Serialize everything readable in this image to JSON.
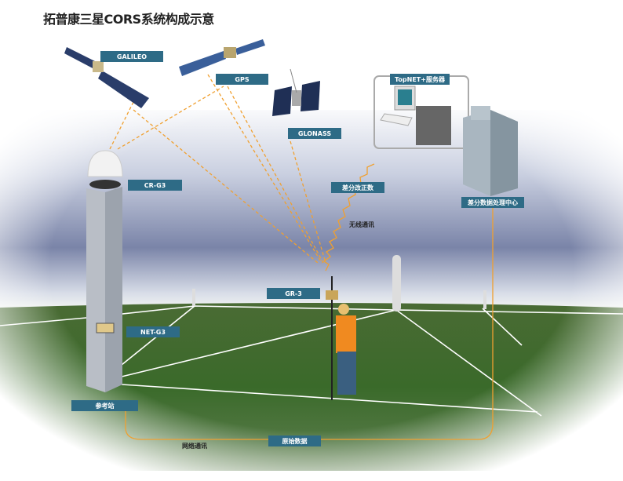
{
  "title": "拓普康三星CORS系统构成示意",
  "labels": {
    "galileo": "GALILEO",
    "gps": "GPS",
    "glonass": "GLONASS",
    "cr_g3": "CR-G3",
    "topnet": "TopNET+服务器",
    "diff_correction": "差分改正数",
    "data_center": "差分数据处理中心",
    "gr3": "GR-3",
    "net_g3": "NET-G3",
    "reference_station": "参考站",
    "raw_data": "原始数据"
  },
  "texts": {
    "wireless": "无线通讯",
    "network": "网络通讯"
  },
  "colors": {
    "label_bg": "#2e6b86",
    "link": "#f0a030",
    "ground": "#3d6a2c"
  }
}
